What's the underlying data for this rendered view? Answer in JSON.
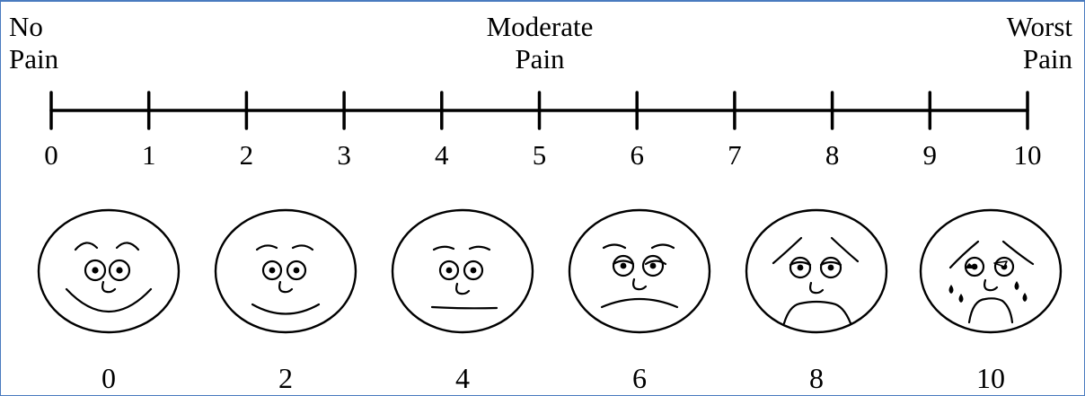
{
  "labels": {
    "left": [
      "No",
      "Pain"
    ],
    "middle": [
      "Moderate",
      "Pain"
    ],
    "right": [
      "Worst",
      "Pain"
    ]
  },
  "scale": {
    "ticks": [
      "0",
      "1",
      "2",
      "3",
      "4",
      "5",
      "6",
      "7",
      "8",
      "9",
      "10"
    ]
  },
  "faces": [
    {
      "value": "0",
      "expression": "smiling"
    },
    {
      "value": "2",
      "expression": "slight-smile"
    },
    {
      "value": "4",
      "expression": "neutral"
    },
    {
      "value": "6",
      "expression": "frown"
    },
    {
      "value": "8",
      "expression": "grimace"
    },
    {
      "value": "10",
      "expression": "crying"
    }
  ],
  "colors": {
    "border": "#4a7bbf",
    "ink": "#000000",
    "background": "#ffffff"
  }
}
